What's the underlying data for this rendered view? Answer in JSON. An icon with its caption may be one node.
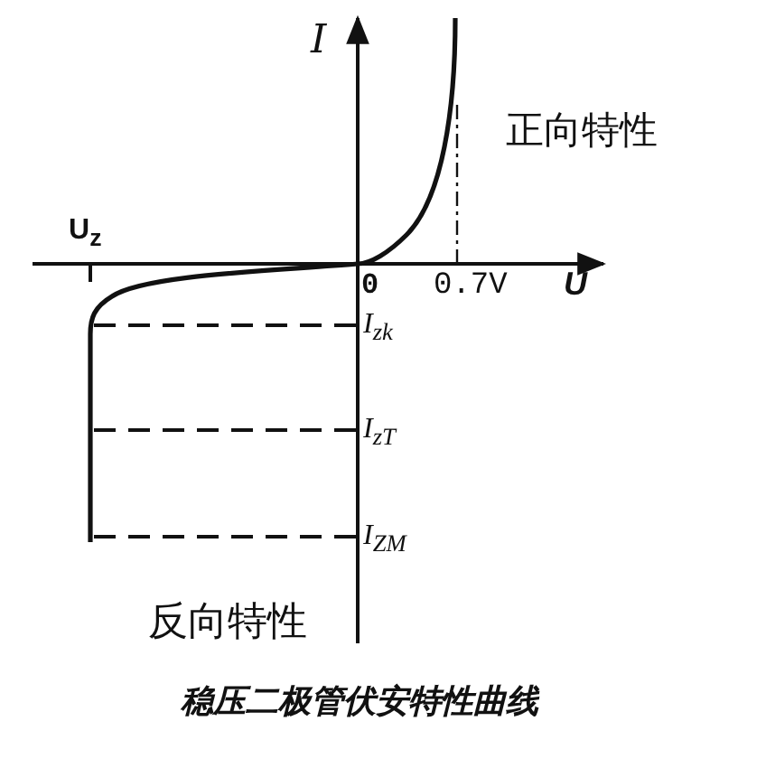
{
  "diagram": {
    "caption": "稳压二极管伏安特性曲线",
    "labels": [
      "I",
      "正向特性",
      "U$_{z}$",
      "0",
      "0.7V",
      "U",
      "I$_{zk}$",
      "I$_{zT}$",
      "I$_{ZM}$",
      "反向特性"
    ]
  }
}
